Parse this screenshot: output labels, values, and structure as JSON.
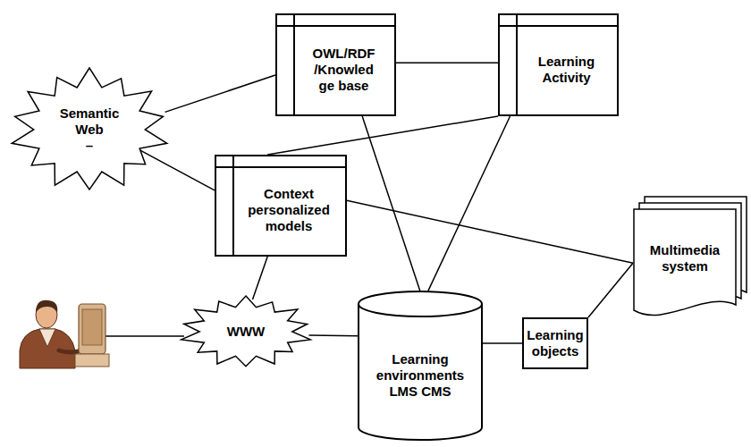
{
  "diagram": {
    "nodes": [
      {
        "text": [
          "Semantic Web",
          "–"
        ]
      },
      {
        "text": [
          "OWL/RDF /Knowled ge base"
        ]
      },
      {
        "text": [
          "Learning Activity"
        ]
      },
      {
        "text": [
          "Context personalized models"
        ]
      },
      {
        "text": [
          "Multimedia system"
        ]
      },
      {
        "text": [
          "WWW"
        ]
      },
      {
        "text": [
          "Learning environments LMS CMS"
        ]
      },
      {
        "text": [
          "Learning objects"
        ]
      }
    ],
    "edges": [
      {
        "from": 0,
        "to": 1,
        "arrow": "none"
      },
      {
        "from": 0,
        "to": 3,
        "arrow": "none"
      },
      {
        "from": 1,
        "to": 2,
        "arrow": "none"
      },
      {
        "from": 1,
        "to": 6,
        "arrow": "none"
      },
      {
        "from": 2,
        "to": 3,
        "arrow": "none"
      },
      {
        "from": 2,
        "to": 6,
        "arrow": "none"
      },
      {
        "from": 3,
        "to": 4,
        "arrow": "none"
      },
      {
        "from": 3,
        "to": 5,
        "arrow": "none"
      },
      {
        "from": 5,
        "to": 6,
        "arrow": "none"
      },
      {
        "from": 6,
        "to": 7,
        "arrow": "none"
      },
      {
        "from": 7,
        "to": 4,
        "arrow": "none"
      }
    ]
  }
}
